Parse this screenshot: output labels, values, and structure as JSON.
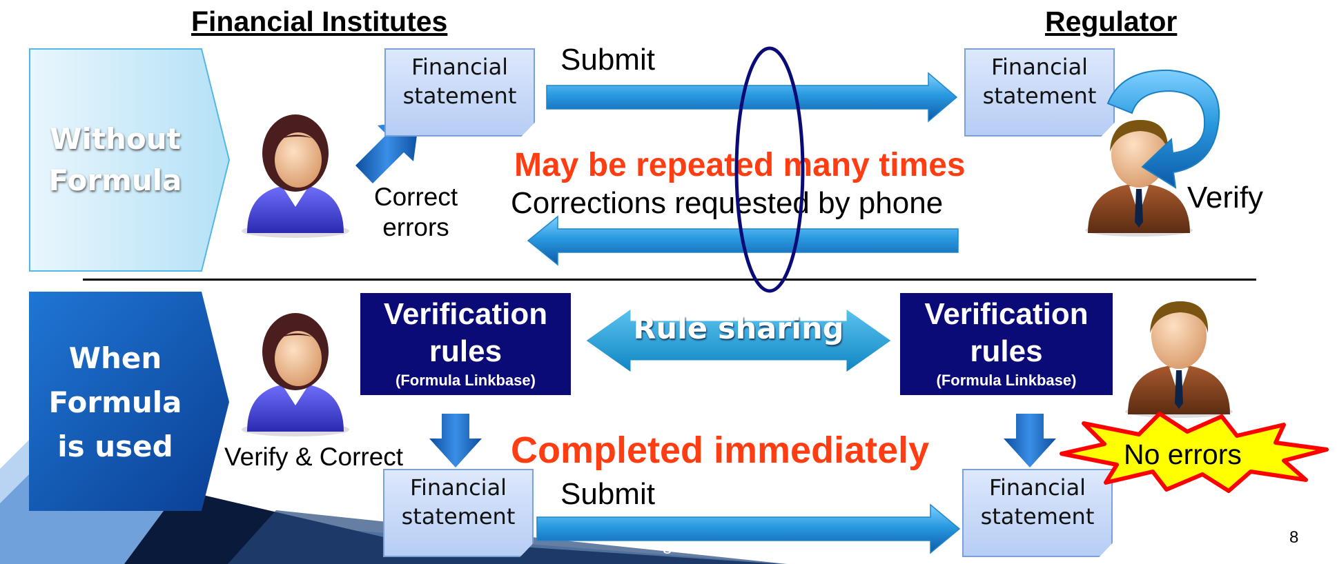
{
  "headers": {
    "left": "Financial Institutes",
    "right": "Regulator"
  },
  "top": {
    "label_lines": [
      "Without",
      "Formula"
    ],
    "fi_doc_lines": [
      "Financial",
      "statement"
    ],
    "reg_doc_lines": [
      "Financial",
      "statement"
    ],
    "submit": "Submit",
    "repeated": "May be repeated many times",
    "corrections": "Corrections requested by phone",
    "correct_lines": [
      "Correct",
      "errors"
    ],
    "verify": "Verify"
  },
  "bottom": {
    "label_lines": [
      "When",
      "Formula",
      "is used"
    ],
    "rules_left": {
      "title_lines": [
        "Verification",
        "rules"
      ],
      "sub": "(Formula Linkbase)"
    },
    "rules_right": {
      "title_lines": [
        "Verification",
        "rules"
      ],
      "sub": "(Formula Linkbase)"
    },
    "rule_sharing": "Rule sharing",
    "verify_correct": "Verify & Correct",
    "completed": "Completed immediately",
    "no_errors": "No errors",
    "submit": "Submit",
    "fi_doc_lines": [
      "Financial",
      "statement"
    ],
    "reg_doc_lines": [
      "Financial",
      "statement"
    ]
  },
  "footer": {
    "page_number": "8",
    "small_mark": "8"
  },
  "colors": {
    "emphasis_red": "#ff3d12",
    "rule_navy": "#0b0b78",
    "arrow_blue": "#2a9ae0"
  },
  "icons": [
    "person-female-icon",
    "person-male-icon",
    "cycle-arrow-icon",
    "starburst-icon"
  ]
}
